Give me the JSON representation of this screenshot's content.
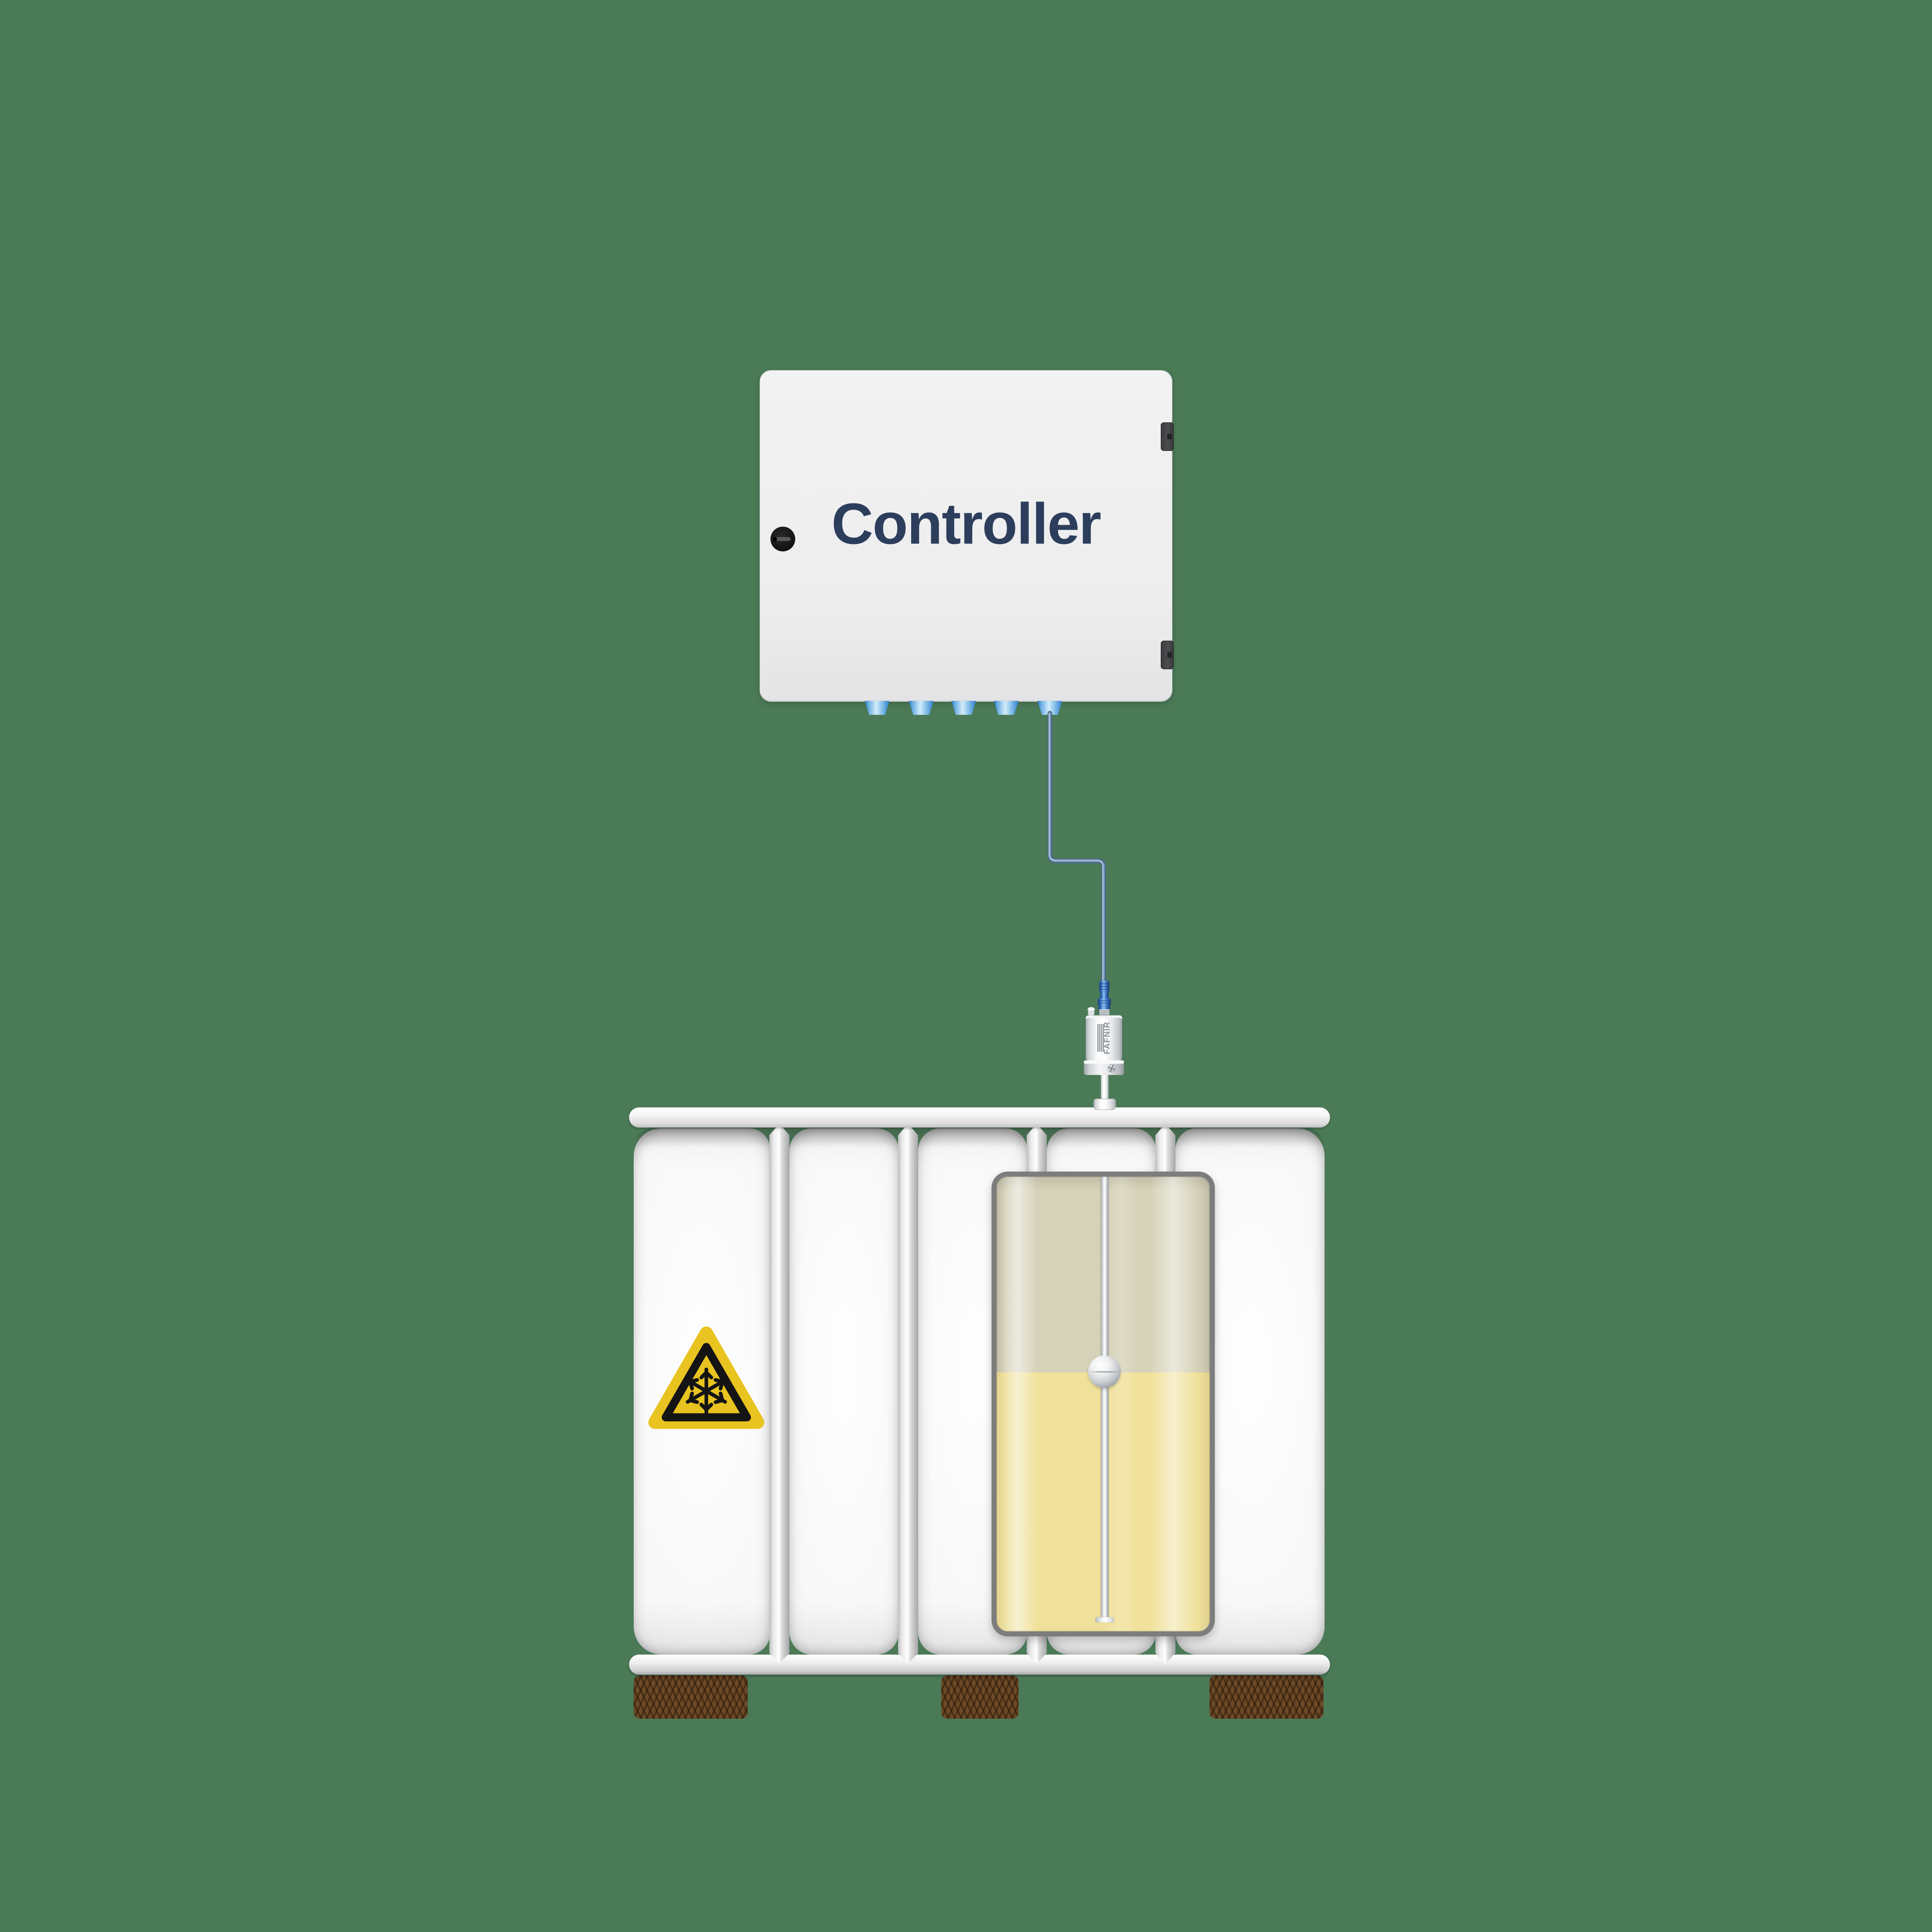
{
  "scene": {
    "background_color": "#4b7a57",
    "description": "controller-connected-to-ibc-tank-level-sensor"
  },
  "controller_box": {
    "label": "Controller",
    "label_color": "#2c3e5c",
    "body_color": "#eeeeef",
    "cable_gland_count": 5,
    "gland_accent_color": "#2e7fd0"
  },
  "cable": {
    "color": "#47688c",
    "highlight_color": "#a9c3da"
  },
  "sensor": {
    "brand_label": "FAFNIR",
    "type": "magnetostrictive-level-sensor",
    "connector_color": "#3a6fc0"
  },
  "tank": {
    "type": "ibc-container",
    "panel_count": 5,
    "feet_count": 3,
    "fill_level_percent": 57,
    "liquid_color": "#f0e19a",
    "headspace_color": "#d6d2b9",
    "frame_color": "#f5f5f5",
    "foot_color": "#6e4a27",
    "window_frame_color": "#7d7d7d"
  },
  "warning_sign": {
    "name": "low-temperature-warning",
    "shape": "rounded-triangle",
    "background_color": "#e9c31f",
    "border_color": "#141414",
    "symbol": "snowflake",
    "symbol_color": "#141414"
  }
}
